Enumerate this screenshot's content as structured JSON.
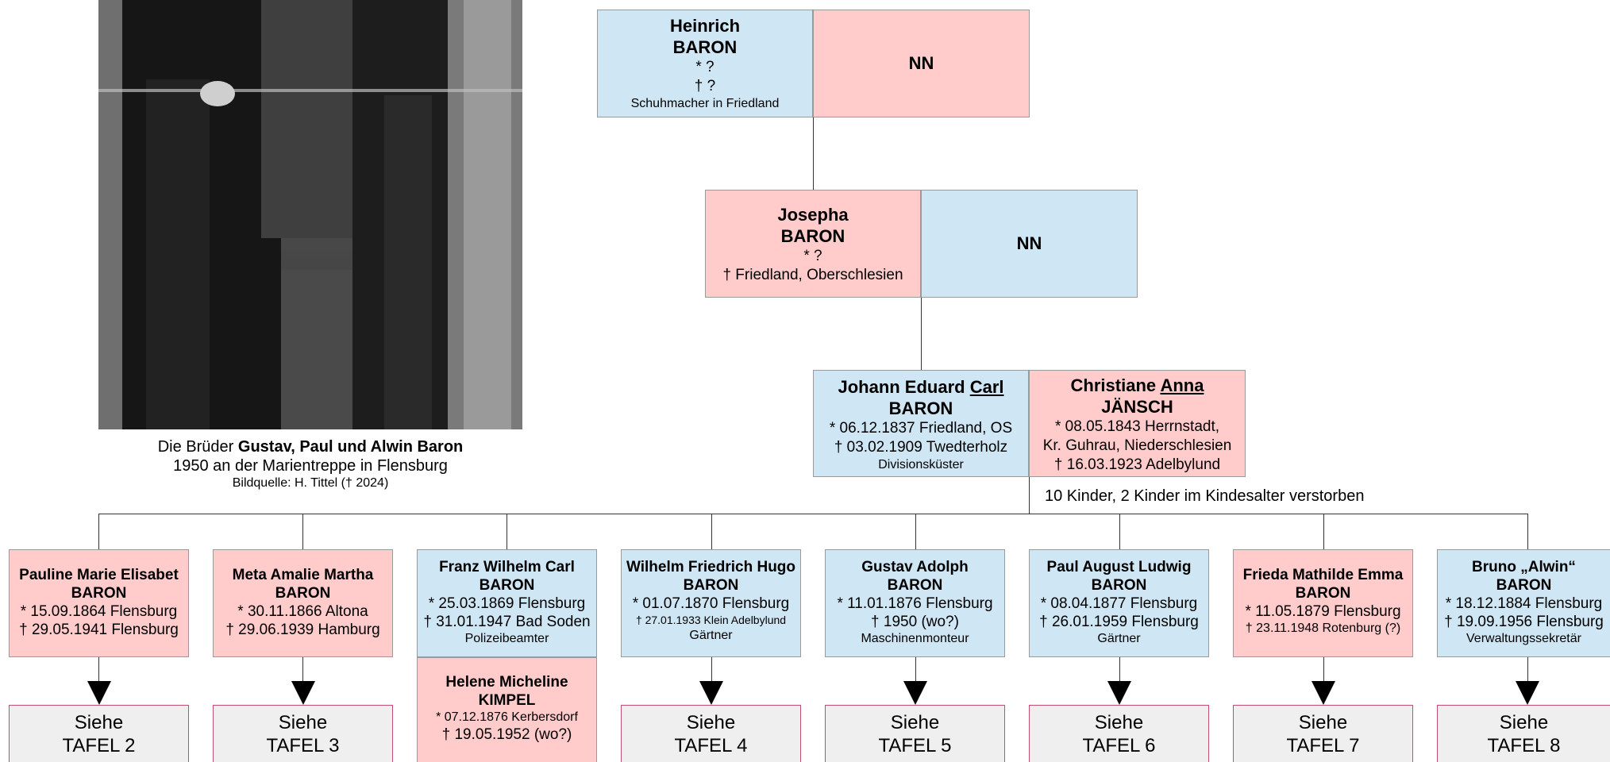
{
  "photo": {
    "caption_prefix": "Die Brüder",
    "caption_names": "Gustav, Paul und Alwin Baron",
    "caption_line2": "1950 an der Marientreppe in Flensburg",
    "source": "Bildquelle: H. Tittel († 2024)"
  },
  "gen1": {
    "man": {
      "first": "Heinrich",
      "last": "BARON",
      "born": "* ?",
      "died": "† ?",
      "occupation": "Schuhmacher in Friedland"
    },
    "wife": "NN"
  },
  "gen2": {
    "woman": {
      "first": "Josepha",
      "last": "BARON",
      "born": "* ?",
      "died": "† Friedland, Oberschlesien"
    },
    "husband": "NN"
  },
  "gen3": {
    "man": {
      "first_a": "Johann Eduard ",
      "first_b": "Carl",
      "last": "BARON",
      "born": "* 06.12.1837 Friedland, OS",
      "died": "† 03.02.1909 Twedterholz",
      "occupation": "Divisionsküster"
    },
    "woman": {
      "first_a": "Christiane ",
      "first_b": "Anna",
      "last": "JÄNSCH",
      "born": "* 08.05.1843 Herrnstadt,",
      "born2": "Kr. Guhrau, Niederschlesien",
      "died": "† 16.03.1923 Adelbylund"
    },
    "children_note": "10 Kinder, 2 Kinder im Kindesalter verstorben"
  },
  "children": [
    {
      "name": "Pauline Marie Elisabet",
      "last": "BARON",
      "born": "* 15.09.1864 Flensburg",
      "died": "† 29.05.1941 Flensburg",
      "occupation": "",
      "ref1": "Siehe",
      "ref2": "TAFEL 2"
    },
    {
      "name": "Meta Amalie Martha",
      "last": "BARON",
      "born": "* 30.11.1866 Altona",
      "died": "† 29.06.1939 Hamburg",
      "occupation": "",
      "ref1": "Siehe",
      "ref2": "TAFEL 3"
    },
    {
      "name": "Franz Wilhelm Carl",
      "last": "BARON",
      "born": "* 25.03.1869 Flensburg",
      "died": "† 31.01.1947 Bad Soden",
      "occupation": "Polizeibeamter"
    },
    {
      "name": "Wilhelm Friedrich Hugo",
      "last": "BARON",
      "born": "* 01.07.1870 Flensburg",
      "died": "† 27.01.1933 Klein Adelbylund",
      "occupation": "Gärtner",
      "ref1": "Siehe",
      "ref2": "TAFEL 4"
    },
    {
      "name": "Gustav Adolph",
      "last": "BARON",
      "born": "* 11.01.1876 Flensburg",
      "died": "† 1950 (wo?)",
      "occupation": "Maschinenmonteur",
      "ref1": "Siehe",
      "ref2": "TAFEL 5"
    },
    {
      "name": "Paul August Ludwig",
      "last": "BARON",
      "born": "* 08.04.1877 Flensburg",
      "died": "† 26.01.1959 Flensburg",
      "occupation": "Gärtner",
      "ref1": "Siehe",
      "ref2": "TAFEL 6"
    },
    {
      "name": "Frieda Mathilde Emma",
      "last": "BARON",
      "born": "* 11.05.1879 Flensburg",
      "died": "† 23.11.1948 Rotenburg (?)",
      "occupation": "",
      "ref1": "Siehe",
      "ref2": "TAFEL 7"
    },
    {
      "name": "Bruno „Alwin“",
      "last": "BARON",
      "born": "* 18.12.1884 Flensburg",
      "died": "† 19.09.1956 Flensburg",
      "occupation": "Verwaltungssekretär",
      "ref1": "Siehe",
      "ref2": "TAFEL 8"
    }
  ],
  "spouse3": {
    "first": "Helene Micheline",
    "last": "KIMPEL",
    "born": "* 07.12.1876 Kerbersdorf",
    "died": "† 19.05.1952 (wo?)"
  }
}
